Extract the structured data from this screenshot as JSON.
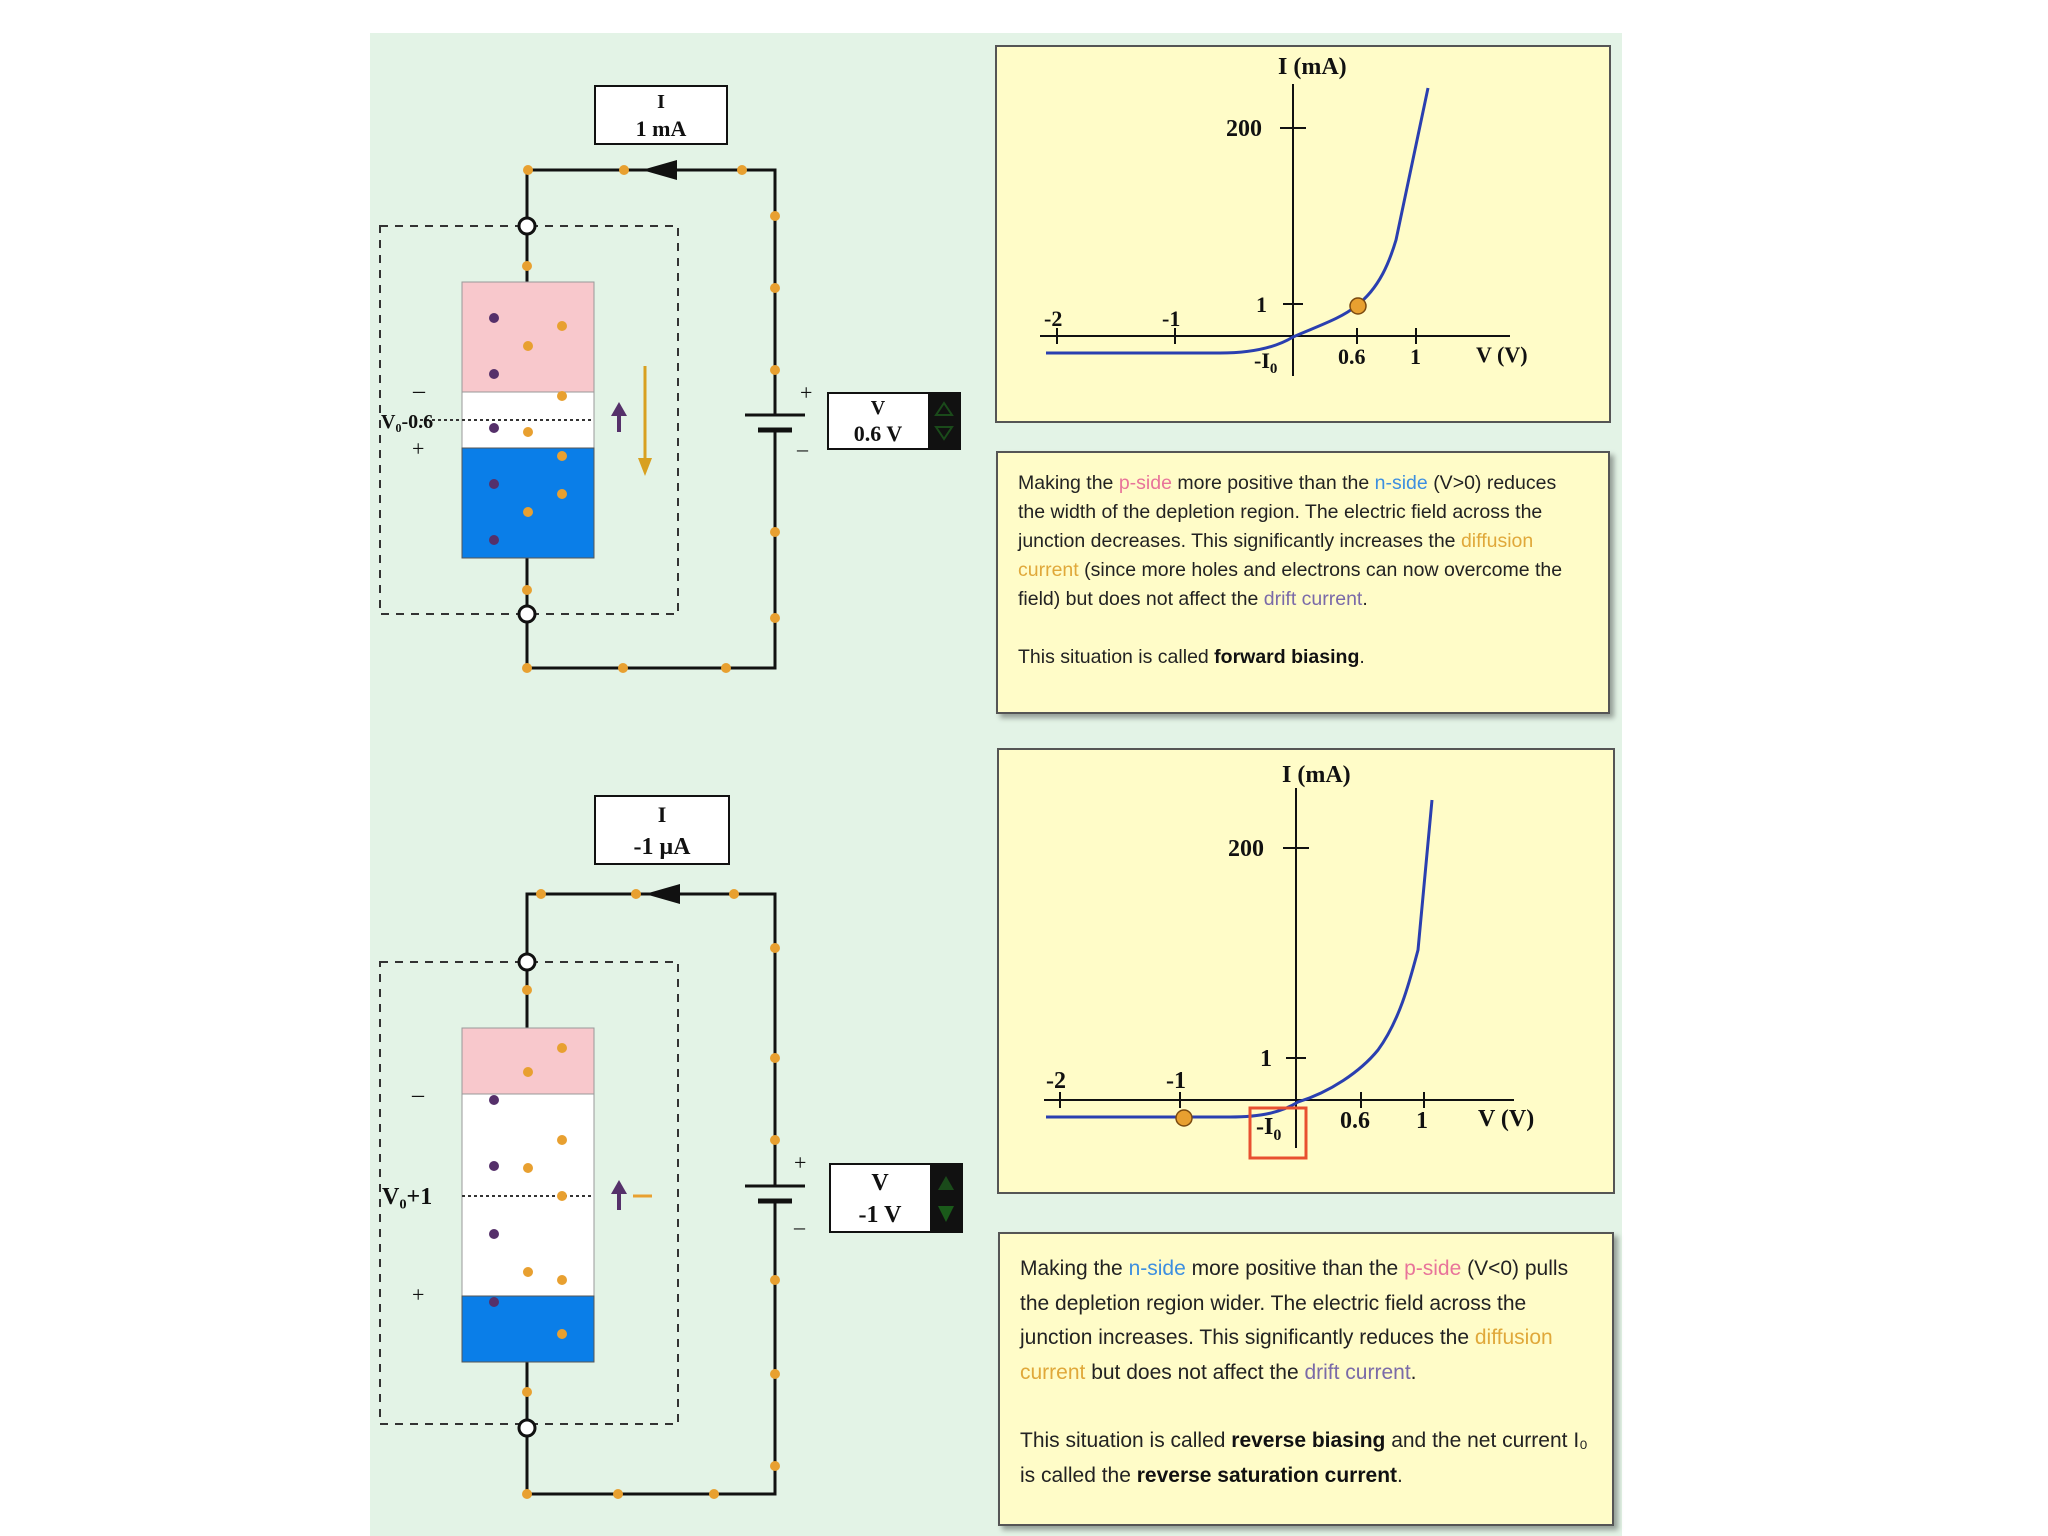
{
  "top": {
    "meter_current": {
      "label": "I",
      "value": "1 mA"
    },
    "meter_voltage": {
      "label": "V",
      "value": "0.6 V"
    },
    "junction_label": "V₀-0.6",
    "minus": "–",
    "plus": "+",
    "battery_plus": "+",
    "battery_minus": "–",
    "graph": {
      "ylabel": "I (mA)",
      "xlabel": "V (V)",
      "yticks": [
        "200",
        "1"
      ],
      "xticks_neg": [
        "-2",
        "-1"
      ],
      "xticks_pos": [
        "0.6",
        "1"
      ],
      "i0_label": "-I",
      "i0_sub": "0",
      "operating_point": {
        "v": 0.6,
        "i": 1
      }
    },
    "description": {
      "s1_a": "Making the ",
      "s1_p": "p-side",
      "s1_b": " more positive than the ",
      "s1_n": "n-side",
      "s2": "(V>0) reduces the width of the depletion region. The electric field across the junction decreases. This significantly increases the ",
      "s2_diff": "diffusion current",
      "s3": " (since more holes and electrons can now overcome the field) but does not affect the ",
      "s3_drift": "drift current",
      "s3_end": ".",
      "s4_a": "This situation is called ",
      "s4_b": "forward biasing",
      "s4_c": "."
    }
  },
  "bottom": {
    "meter_current": {
      "label": "I",
      "value": "-1 μA"
    },
    "meter_voltage": {
      "label": "V",
      "value": "-1 V"
    },
    "junction_label": "V₀+1",
    "minus": "–",
    "plus": "+",
    "battery_plus": "+",
    "battery_minus": "–",
    "graph": {
      "ylabel": "I (mA)",
      "xlabel": "V (V)",
      "yticks": [
        "200",
        "1"
      ],
      "xticks_neg": [
        "-2",
        "-1"
      ],
      "xticks_pos": [
        "0.6",
        "1"
      ],
      "i0_label": "-I",
      "i0_sub": "0",
      "operating_point": {
        "v": -1,
        "i": -0.001
      }
    },
    "description": {
      "s1_a": "Making the ",
      "s1_n": "n-side",
      "s1_b": " more positive than the ",
      "s1_p": "p-side",
      "s2": "(V<0) pulls the depletion region wider. The electric field across the junction increases. This significantly reduces the ",
      "s2_diff": "diffusion current",
      "s3": " but does not affect the ",
      "s3_drift": "drift current",
      "s3_end": ".",
      "s4_a": "This situation is called ",
      "s4_b": "reverse biasing",
      "s4_c": " and the net current I₀ is called the ",
      "s4_d": "reverse saturation current",
      "s4_e": "."
    }
  },
  "colors": {
    "background_panel": "#e3f3e6",
    "p_region": "#f8c8cc",
    "n_region": "#0a7ee8",
    "depletion": "#ffffff",
    "hole_dot": "#e8a030",
    "electron_dot": "#55306a",
    "graph_bg": "#fffcc8",
    "curve": "#2a3fb0",
    "highlight_box": "#e85030"
  }
}
